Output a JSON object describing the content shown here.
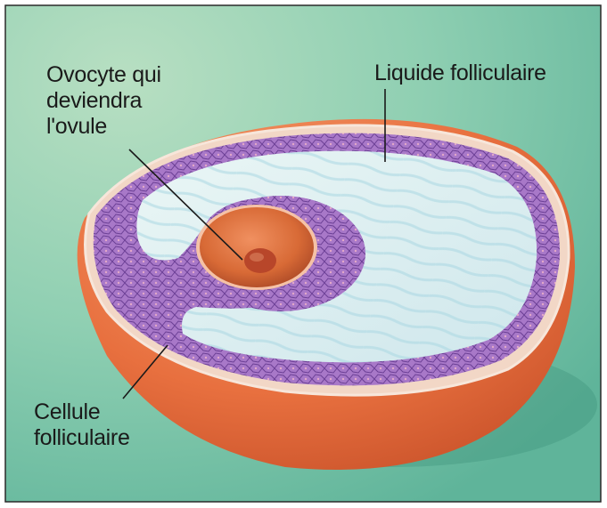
{
  "labels": {
    "oocyte": [
      "Ovocyte qui",
      "deviendra",
      "l'ovule"
    ],
    "fluid": "Liquide folliculaire",
    "cell": [
      "Cellule",
      "folliculaire"
    ]
  },
  "colors": {
    "background_green": "#8fcfb2",
    "outer_shell": "#e8703f",
    "granulosa_layer": "#a878c8",
    "antrum_fluid": "#dcefee",
    "oocyte": "#d86a36",
    "nucleus": "#b8462a"
  }
}
